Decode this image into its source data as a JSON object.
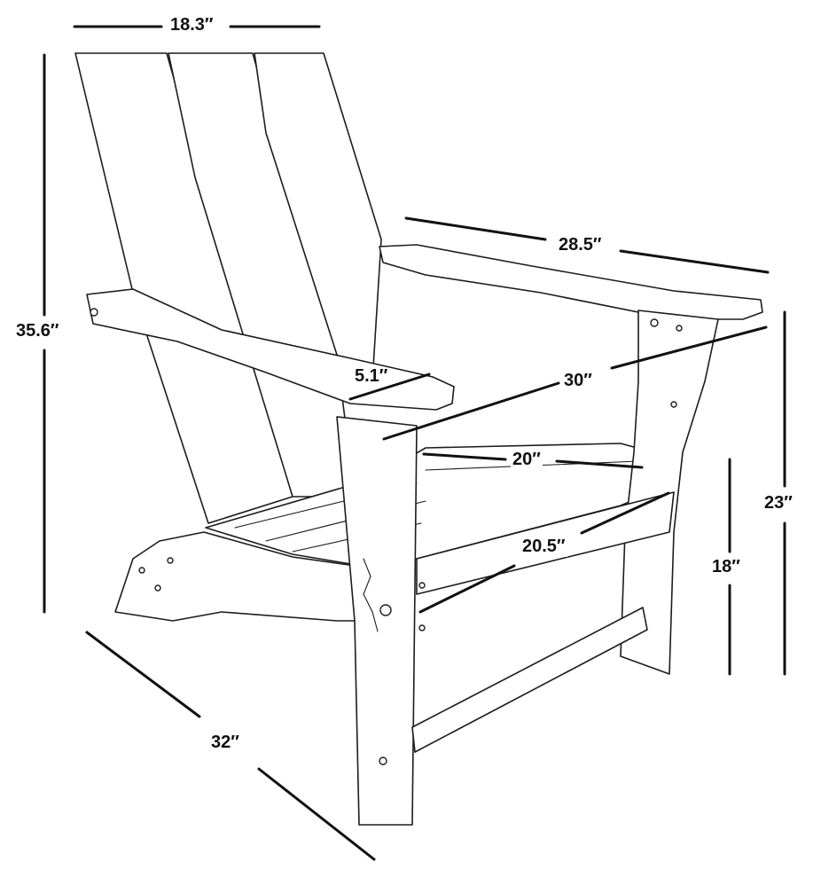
{
  "dimensions": {
    "width_top": "18.3″",
    "height_total": "35.6″",
    "arm_length": "28.5″",
    "arm_width": "5.1″",
    "seat_width": "30″",
    "seat_depth": "20″",
    "seat_front_width": "20.5″",
    "depth": "32″",
    "arm_height": "23″",
    "seat_height": "18″"
  }
}
